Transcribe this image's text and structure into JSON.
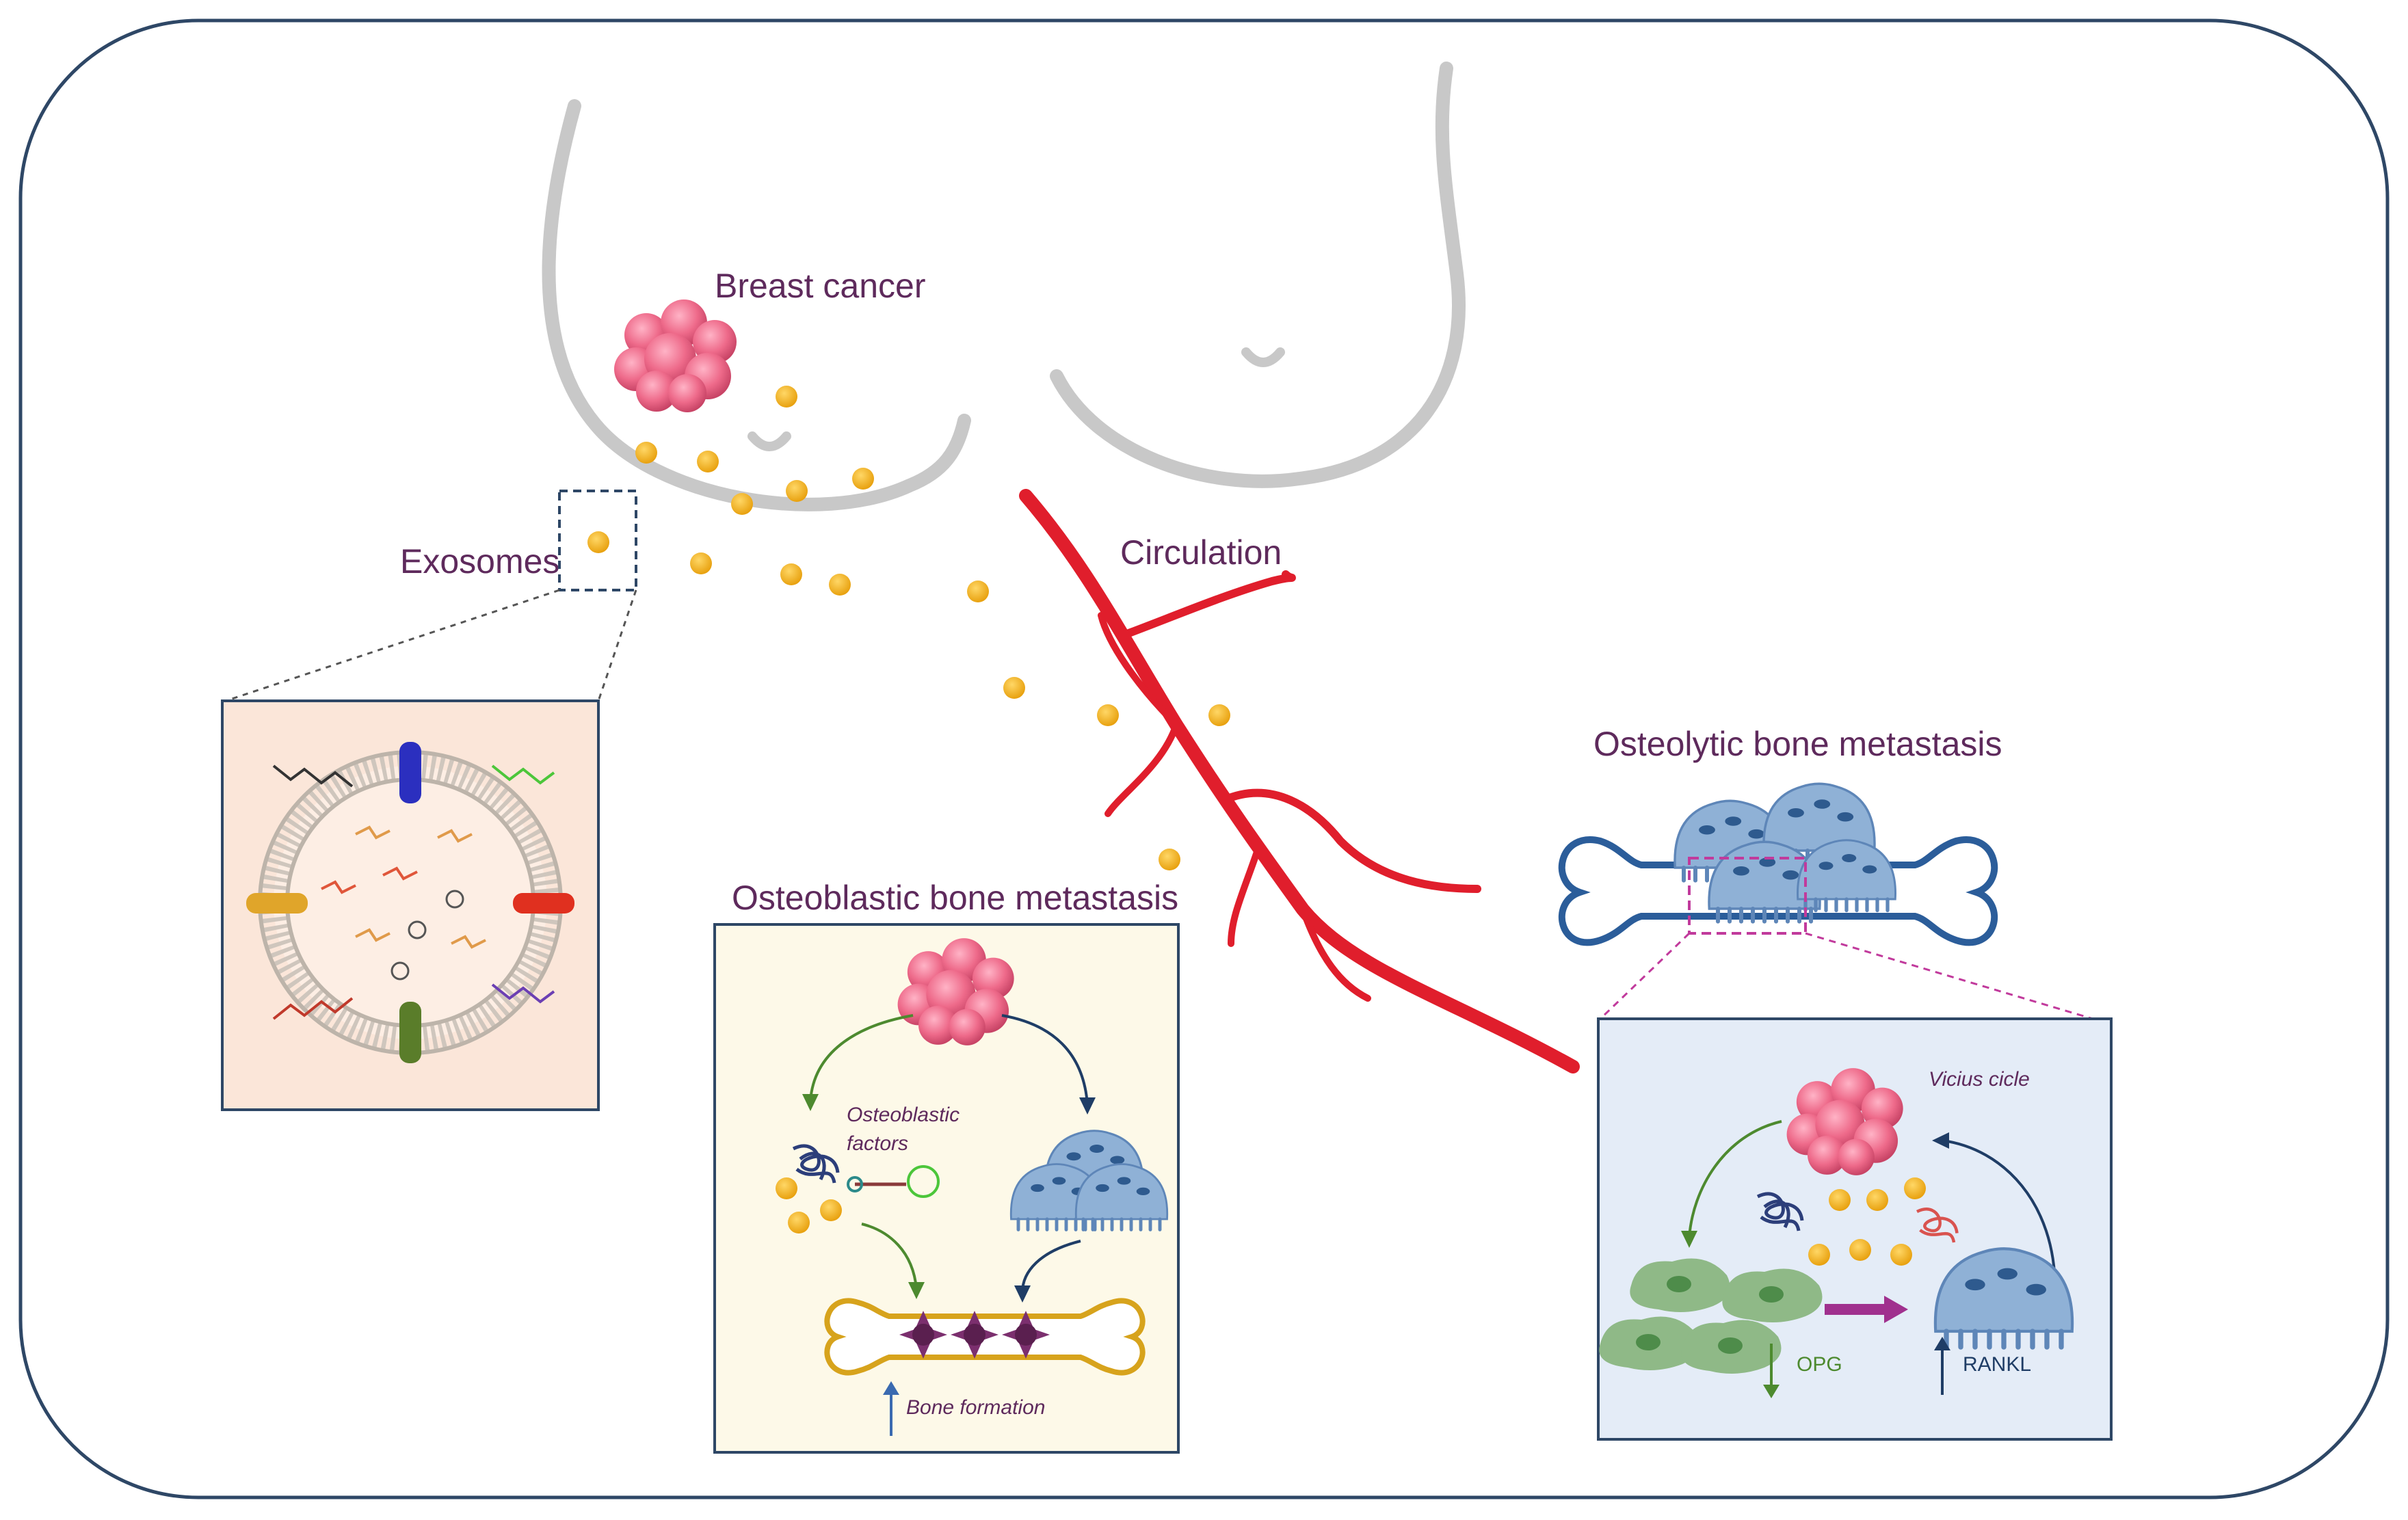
{
  "labels": {
    "breast_cancer": "Breast cancer",
    "exosomes": "Exosomes",
    "circulation": "Circulation",
    "osteolytic_title": "Osteolytic bone metastasis",
    "osteoblastic_title": "Osteoblastic bone metastasis",
    "osteoblastic_factors_line1": "Osteoblastic",
    "osteoblastic_factors_line2": "factors",
    "bone_formation": "Bone formation",
    "vicious_cycle": "Vicius cicle",
    "opg": "OPG",
    "rankl": "RANKL"
  },
  "colors": {
    "frame_border": "#2e4766",
    "label_text": "#5e2a5c",
    "breast_outline": "#c8c8c8",
    "tumor_pink": "#ee6a8a",
    "exosome_yellow": "#f2b21f",
    "vessel_red": "#e01e2c",
    "bone_blue": "#2b5d9a",
    "osteoclast_blue": "#8fb1d6",
    "osteoblastic_panel_bg": "#fdf9e8",
    "osteolytic_panel_bg": "#e4ecf7",
    "exosome_panel_bg": "#fbe6d9",
    "bone_yellow_outline": "#d7a31c",
    "osteoblast_purple": "#7b2f6e",
    "green_arrow": "#4d8a2f",
    "navy_arrow": "#1f3d66",
    "dark_magenta_arrow": "#a0308e",
    "stromal_green": "#8fb987"
  },
  "icons": [
    "tumor-cluster-icon",
    "exosome-vesicle-icon",
    "osteoclast-icon",
    "osteoblast-icon",
    "bone-icon",
    "protein-icon",
    "mirna-icon",
    "blood-vessel-icon"
  ]
}
